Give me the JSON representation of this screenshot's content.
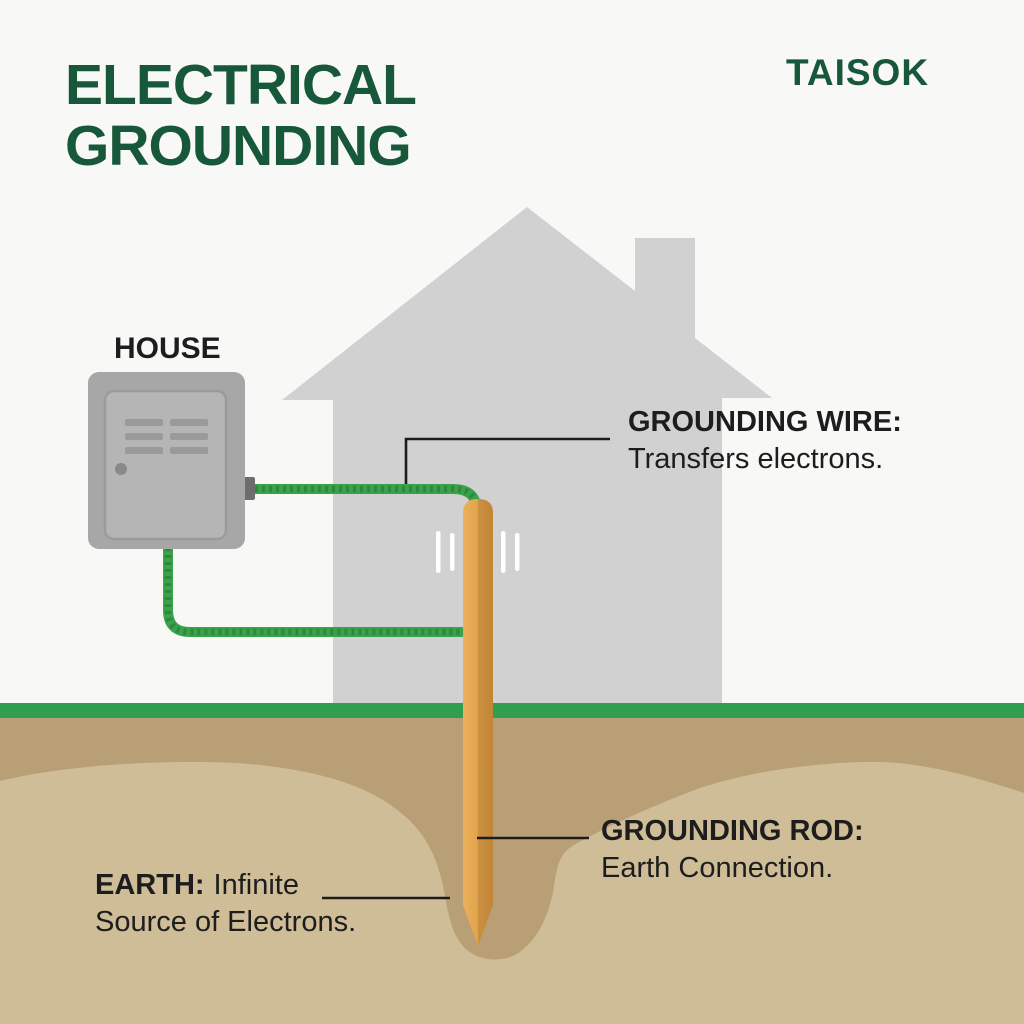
{
  "header": {
    "title_line1": "ELECTRICAL",
    "title_line2": "GROUNDING",
    "brand": "TAISOK"
  },
  "diagram": {
    "house_label": "HOUSE",
    "wire_label": {
      "term": "GROUNDING WIRE:",
      "desc": "Transfers electrons."
    },
    "rod_label": {
      "term": "GROUNDING ROD:",
      "desc": "Earth Connection."
    },
    "earth_label": {
      "term": "EARTH:",
      "desc_line1": "Infinite",
      "desc_line2": "Source of Electrons."
    }
  },
  "colors": {
    "brand_green": "#17573a",
    "grass_green": "#2f9e4f",
    "wire_green": "#3aa24b",
    "wire_green_dark": "#2b7e38",
    "house_gray": "#d1d1d1",
    "panel_gray": "#a7a7a7",
    "panel_door_gray": "#b5b5b5",
    "earth_dark_tan": "#b99f76",
    "earth_light_tan": "#cfbd97",
    "rod_orange_light": "#ecb15c",
    "rod_orange_dark": "#c28538",
    "label_black": "#1d1d1d",
    "background": "#f8f8f6"
  }
}
